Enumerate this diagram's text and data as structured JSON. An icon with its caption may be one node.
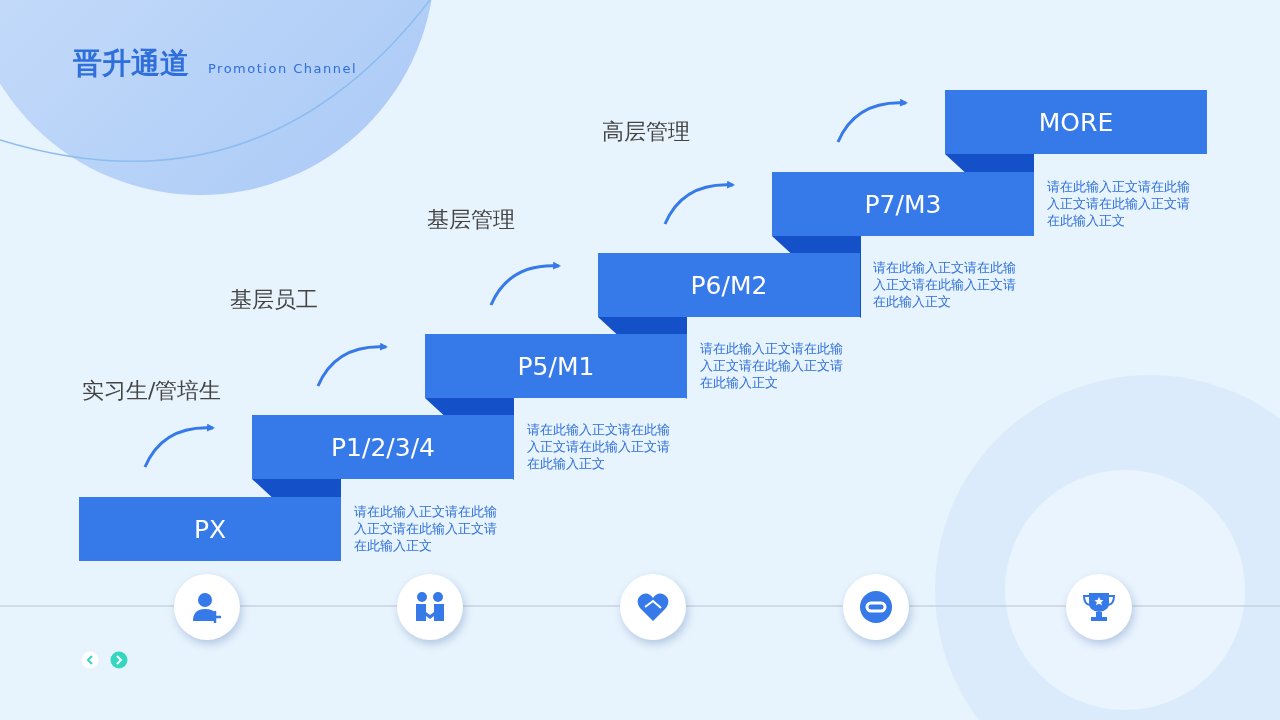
{
  "diagram": {
    "title": "晋升通道",
    "nodes": [
      {
        "text": [
          "PX"
        ],
        "beside": [
          "请在此输入正文请在此输入正文请在此输入正文请在此输入正文"
        ]
      },
      {
        "text": [
          "P1/2/3/4"
        ],
        "beside": [
          "请在此输入正文请在此输入正文请在此输入正文请在此输入正文"
        ]
      },
      {
        "text": [
          "P5/M1"
        ],
        "beside": [
          "请在此输入正文请在此输入正文请在此输入正文请在此输入正文"
        ]
      },
      {
        "text": [
          "P6/M2"
        ],
        "beside": [
          "请在此输入正文请在此输入正文请在此输入正文请在此输入正文"
        ]
      },
      {
        "text": [
          "P7/M3"
        ],
        "beside": [
          "请在此输入正文请在此输入正文请在此输入正文请在此输入正文"
        ]
      },
      {
        "text": [
          "MORE"
        ]
      }
    ],
    "labels": [
      "Promotion Channel",
      "高层管理",
      "基层管理",
      "基层员工",
      "实习生/管培生"
    ]
  }
}
